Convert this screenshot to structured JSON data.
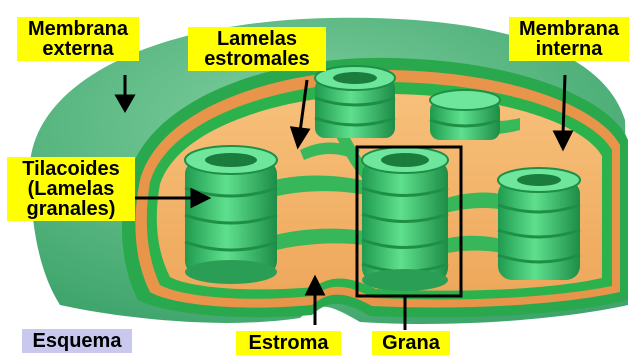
{
  "labels": {
    "outer_membrane": [
      "Membrana",
      "externa"
    ],
    "stromal_lamellae": [
      "Lamelas",
      "estromales"
    ],
    "inner_membrane": [
      "Membrana",
      "interna"
    ],
    "thylakoids": [
      "Tilacoides",
      "(Lamelas",
      "granales)"
    ],
    "stroma": "Estroma",
    "granum": "Grana",
    "schema": "Esquema"
  },
  "colors": {
    "label_background": "#ffff00",
    "schema_background": "#c9c9f0",
    "outer_surface": "#55b87e",
    "membrane_green": "#2bb24c",
    "stroma_fill": "#f4b46a",
    "grana_green": "#35c06a"
  }
}
